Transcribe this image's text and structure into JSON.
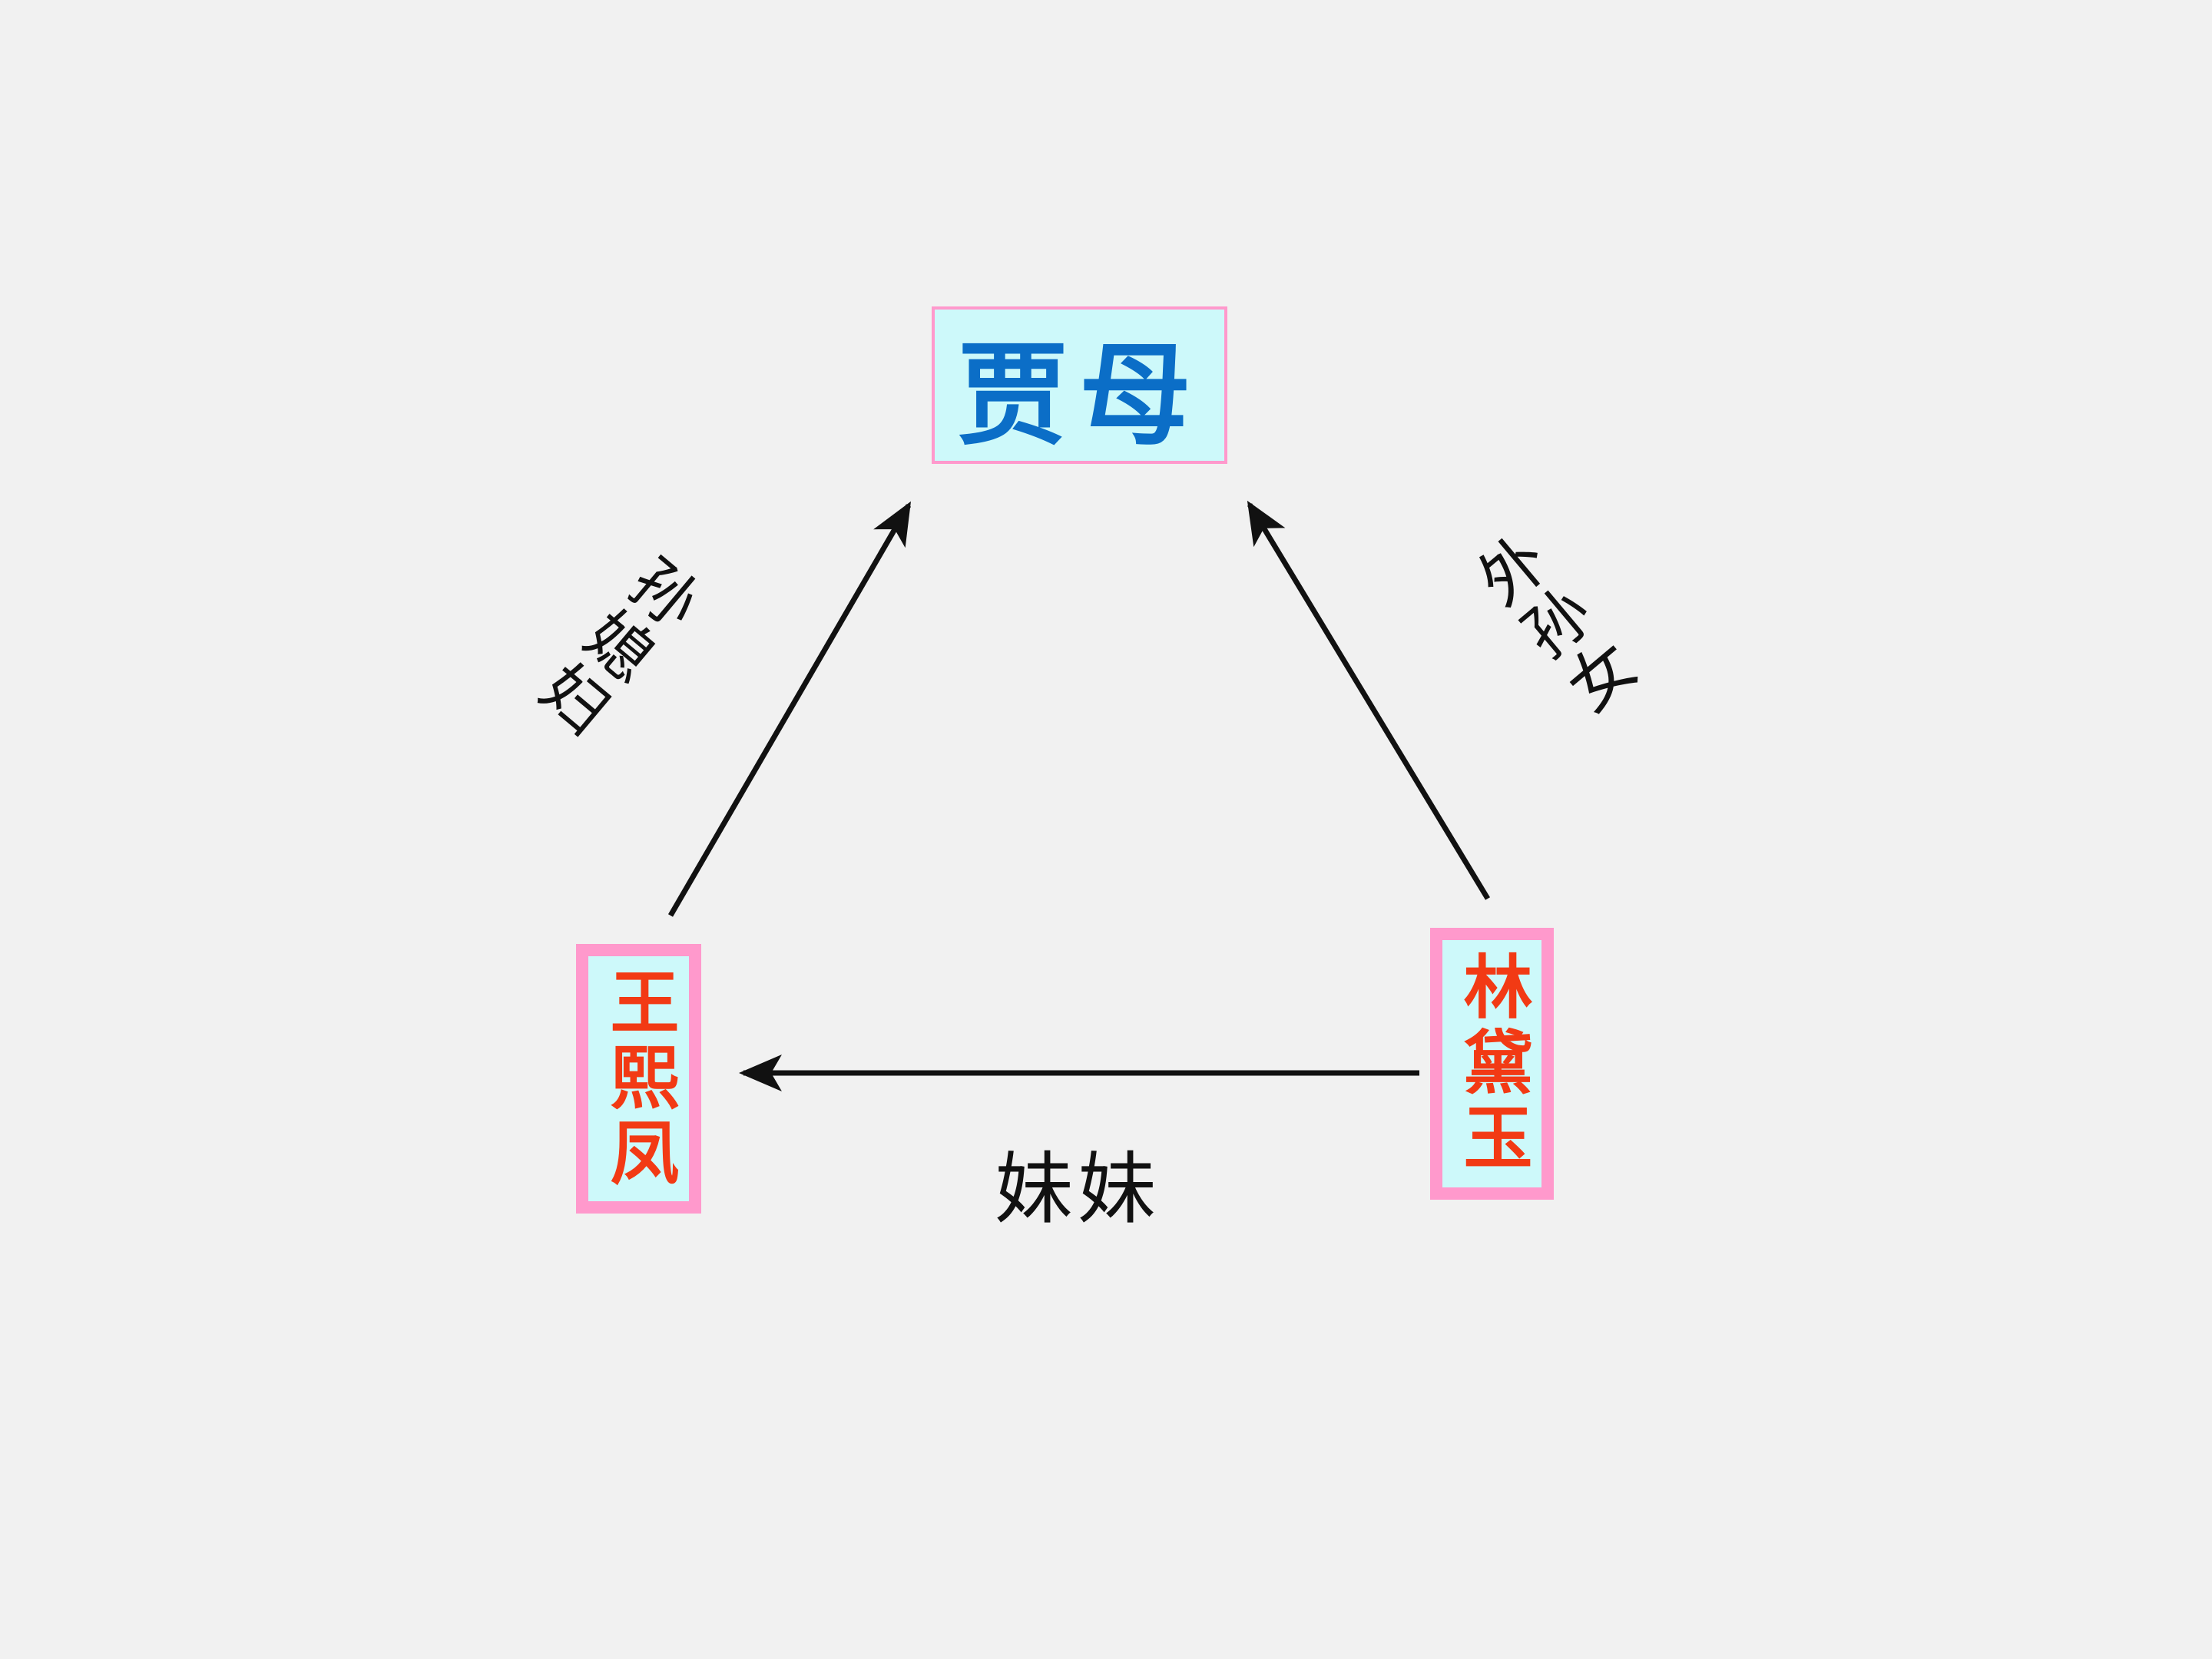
{
  "slide": {
    "background_color": "#F1F1F1"
  },
  "diagram": {
    "node_fill_color": "#CDF9FA",
    "node_border_color": "#FF99CC",
    "arrow_color": "#111111",
    "edge_label_color": "#111111",
    "nodes": [
      {
        "id": "jia-mu",
        "label": "贾母",
        "text_color": "#0B6EC7",
        "position": "top"
      },
      {
        "id": "wang-xifeng",
        "label": "王熙凤",
        "text_color": "#F23A14",
        "position": "bottom-left"
      },
      {
        "id": "lin-daiyu",
        "label": "林黛玉",
        "text_color": "#F23A14",
        "position": "bottom-right"
      }
    ],
    "edges": [
      {
        "from": "wang-xifeng",
        "to": "jia-mu",
        "label": "孙媳妇"
      },
      {
        "from": "lin-daiyu",
        "to": "jia-mu",
        "label": "外孙女"
      },
      {
        "from": "lin-daiyu",
        "to": "wang-xifeng",
        "label": "妹妹"
      }
    ]
  }
}
